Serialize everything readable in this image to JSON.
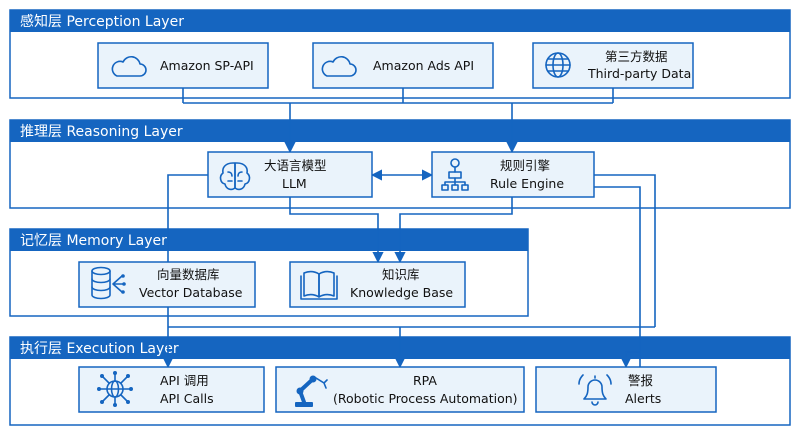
{
  "colors": {
    "accent": "#1565c0",
    "node_fill": "#eaf3fb"
  },
  "layers": {
    "perception": {
      "title": "感知层 Perception Layer",
      "sp_api": {
        "icon": "cloud-icon",
        "label": "Amazon SP-API"
      },
      "ads_api": {
        "icon": "cloud-icon",
        "label": "Amazon Ads API"
      },
      "third_party": {
        "icon": "globe-icon",
        "label_zh": "第三方数据",
        "label_en": "Third-party Data"
      }
    },
    "reasoning": {
      "title": "推理层 Reasoning Layer",
      "llm": {
        "icon": "brain-icon",
        "label_zh": "大语言模型",
        "label_en": "LLM"
      },
      "rule_engine": {
        "icon": "flowchart-icon",
        "label_zh": "规则引擎",
        "label_en": "Rule Engine"
      }
    },
    "memory": {
      "title": "记忆层 Memory Layer",
      "vector_db": {
        "icon": "database-icon",
        "label_zh": "向量数据库",
        "label_en": "Vector Database"
      },
      "knowledge_base": {
        "icon": "book-icon",
        "label_zh": "知识库",
        "label_en": "Knowledge Base"
      }
    },
    "execution": {
      "title": "执行层 Execution Layer",
      "api_calls": {
        "icon": "network-icon",
        "label_zh": "API 调用",
        "label_en": "API Calls"
      },
      "rpa": {
        "icon": "robot-arm-icon",
        "label_zh": "RPA",
        "label_en": "(Robotic Process Automation)"
      },
      "alerts": {
        "icon": "bell-icon",
        "label_zh": "警报",
        "label_en": "Alerts"
      }
    }
  }
}
